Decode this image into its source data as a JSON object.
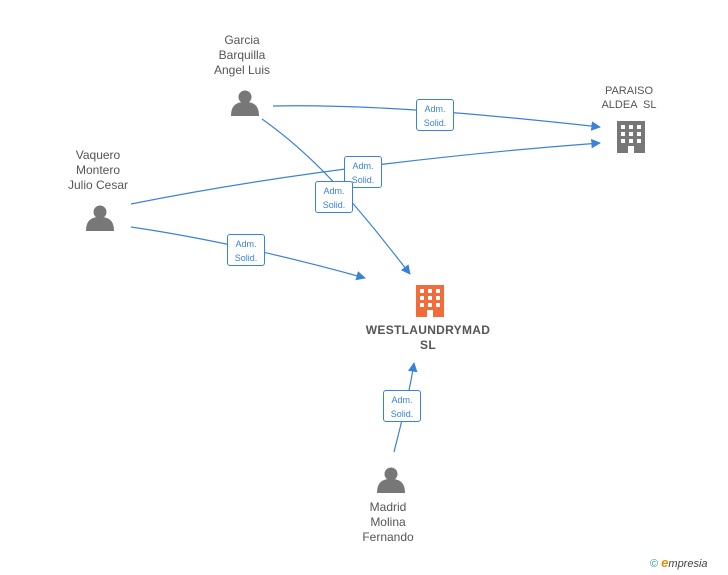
{
  "nodes": {
    "garcia": {
      "lines": [
        "Garcia",
        "Barquilla",
        "Angel Luis"
      ],
      "kind": "person"
    },
    "vaquero": {
      "lines": [
        "Vaquero",
        "Montero",
        "Julio Cesar"
      ],
      "kind": "person"
    },
    "madrid": {
      "lines": [
        "Madrid",
        "Molina",
        "Fernando"
      ],
      "kind": "person"
    },
    "paraiso": {
      "lines": [
        "PARAISO",
        "ALDEA  SL"
      ],
      "kind": "company"
    },
    "westlaundry": {
      "lines": [
        "WESTLAUNDRYMAD",
        "SL"
      ],
      "kind": "company-main"
    }
  },
  "edges": [
    {
      "from": "garcia",
      "to": "paraiso",
      "label": [
        "Adm.",
        "Solid."
      ]
    },
    {
      "from": "vaquero",
      "to": "paraiso",
      "label": [
        "Adm.",
        "Solid."
      ]
    },
    {
      "from": "garcia",
      "to": "westlaundry",
      "label": [
        "Adm.",
        "Solid."
      ]
    },
    {
      "from": "vaquero",
      "to": "westlaundry",
      "label": [
        "Adm.",
        "Solid."
      ]
    },
    {
      "from": "madrid",
      "to": "westlaundry",
      "label": [
        "Adm.",
        "Solid."
      ]
    }
  ],
  "colors": {
    "edge": "#3b82d6",
    "person_icon": "#777777",
    "company_icon": "#777777",
    "main_company_icon": "#f26b3a"
  },
  "footer": {
    "copyright": "©",
    "brand_initial": "e",
    "brand_rest": "mpresia"
  }
}
